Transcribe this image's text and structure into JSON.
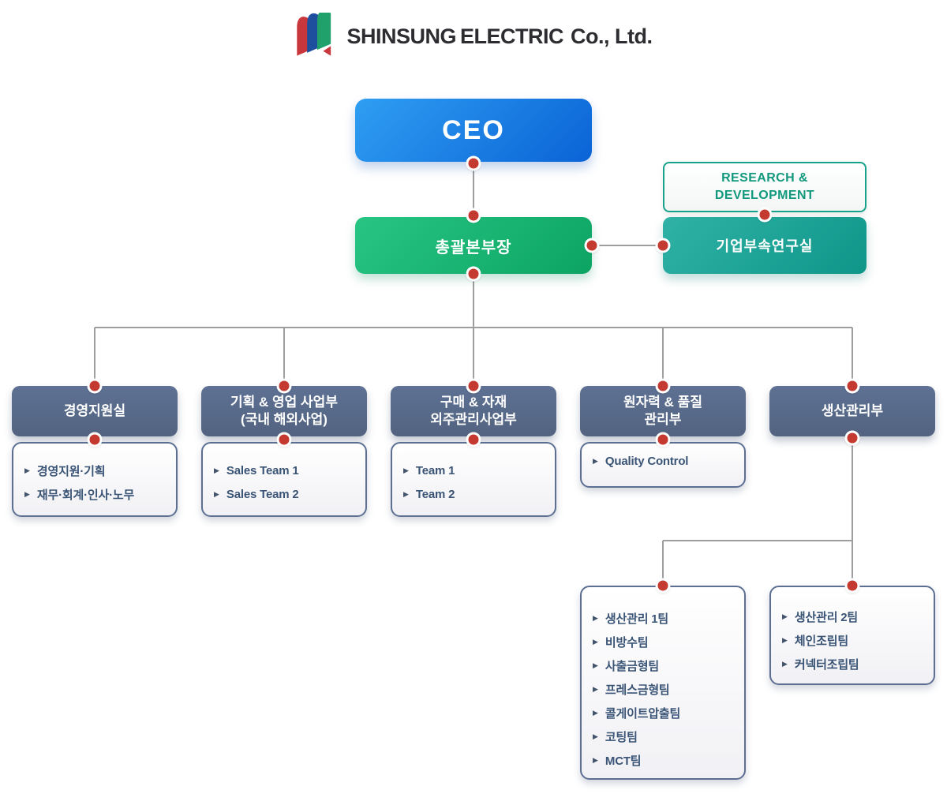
{
  "logo": {
    "name_part1": "SHINSUNG",
    "name_part2": "ELECTRIC",
    "name_part3": "Co., Ltd.",
    "mark_colors": {
      "red": "#c8373c",
      "blue": "#1d4f9e",
      "green": "#20a06a"
    }
  },
  "colors": {
    "ceo_blue": "#0d66d8",
    "gm_green": "#16b574",
    "lab_teal": "#1ba095",
    "dept_slate": "#57688b",
    "dot_red": "#c43a30",
    "line_gray": "#9e9e9e",
    "list_text": "#3a5476"
  },
  "org": {
    "ceo": {
      "label": "CEO"
    },
    "general_manager": {
      "label": "총괄본부장"
    },
    "rnd": {
      "label_line1": "RESEARCH &",
      "label_line2": "DEVELOPMENT"
    },
    "research_lab": {
      "label": "기업부속연구실"
    },
    "departments": [
      {
        "label_line1": "경영지원실",
        "label_line2": "",
        "items": [
          "경영지원·기획",
          "재무·회계·인사·노무"
        ]
      },
      {
        "label_line1": "기획 & 영업 사업부",
        "label_line2": "(국내 해외사업)",
        "items": [
          "Sales Team 1",
          "Sales Team 2"
        ]
      },
      {
        "label_line1": "구매 & 자재",
        "label_line2": "외주관리사업부",
        "items": [
          "Team 1",
          "Team 2"
        ]
      },
      {
        "label_line1": "원자력 & 품질",
        "label_line2": "관리부",
        "items": [
          "Quality Control"
        ]
      },
      {
        "label_line1": "생산관리부",
        "label_line2": "",
        "sub_groups": [
          {
            "items": [
              "생산관리 1팀",
              "비방수팀",
              "사출금형팀",
              "프레스금형팀",
              "콜게이트압출팀",
              "코팅팀",
              "MCT팀"
            ]
          },
          {
            "items": [
              "생산관리 2팀",
              "체인조립팀",
              "커넥터조립팀"
            ]
          }
        ]
      }
    ]
  }
}
